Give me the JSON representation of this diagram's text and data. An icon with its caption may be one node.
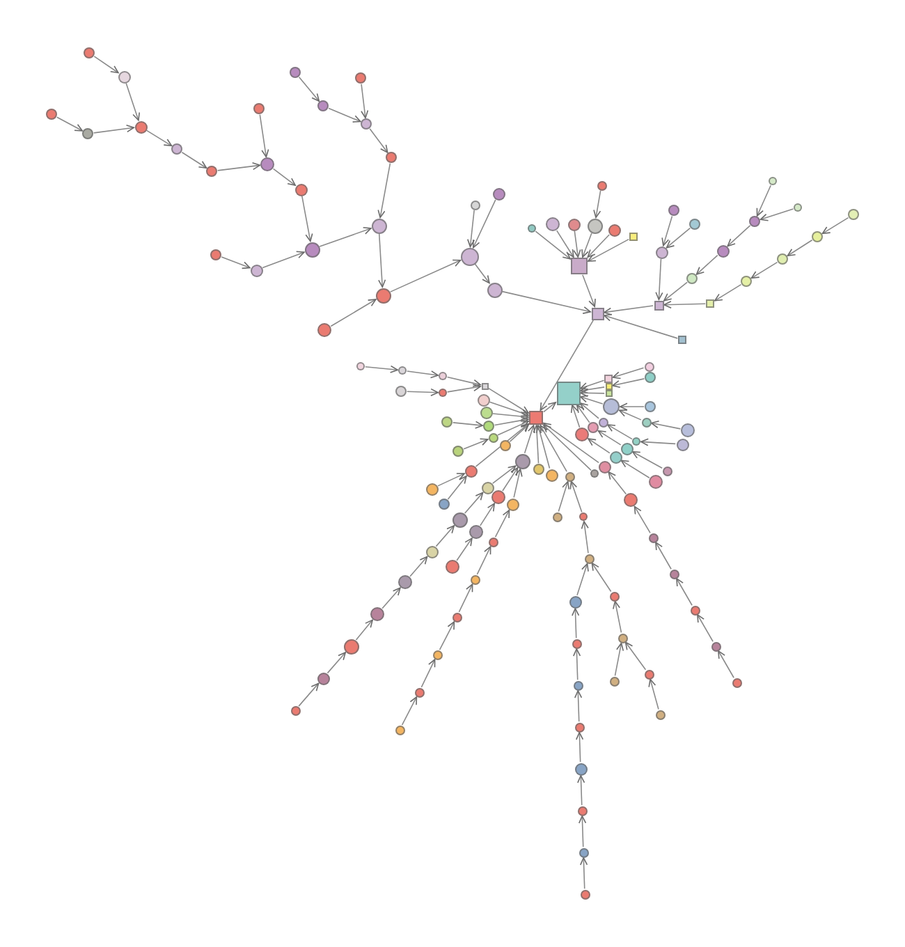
{
  "diagram": {
    "nodes": [
      {
        "text": [],
        "shape": "circle"
      },
      {
        "text": [],
        "shape": "circle"
      },
      {
        "text": [],
        "shape": "circle"
      },
      {
        "text": [],
        "shape": "circle"
      },
      {
        "text": [],
        "shape": "circle"
      },
      {
        "text": [],
        "shape": "circle"
      },
      {
        "text": [],
        "shape": "circle"
      },
      {
        "text": [],
        "shape": "circle"
      },
      {
        "text": [],
        "shape": "circle"
      },
      {
        "text": [],
        "shape": "circle"
      },
      {
        "text": [],
        "shape": "circle"
      },
      {
        "text": [],
        "shape": "circle"
      },
      {
        "text": [],
        "shape": "circle"
      },
      {
        "text": [],
        "shape": "circle"
      },
      {
        "text": [],
        "shape": "circle"
      },
      {
        "text": [],
        "shape": "circle"
      },
      {
        "text": [],
        "shape": "circle"
      },
      {
        "text": [],
        "shape": "circle"
      },
      {
        "text": [],
        "shape": "circle"
      },
      {
        "text": [],
        "shape": "circle"
      },
      {
        "text": [],
        "shape": "circle"
      },
      {
        "text": [],
        "shape": "circle"
      },
      {
        "text": [],
        "shape": "circle"
      },
      {
        "text": [],
        "shape": "circle"
      },
      {
        "text": [],
        "shape": "circle"
      },
      {
        "text": [],
        "shape": "box"
      },
      {
        "text": [],
        "shape": "box"
      },
      {
        "text": [],
        "shape": "circle"
      },
      {
        "text": [],
        "shape": "circle"
      },
      {
        "text": [],
        "shape": "circle"
      },
      {
        "text": [],
        "shape": "circle"
      },
      {
        "text": [],
        "shape": "circle"
      },
      {
        "text": [],
        "shape": "box"
      },
      {
        "text": [],
        "shape": "circle"
      },
      {
        "text": [],
        "shape": "circle"
      },
      {
        "text": [],
        "shape": "circle"
      },
      {
        "text": [],
        "shape": "circle"
      },
      {
        "text": [],
        "shape": "box"
      },
      {
        "text": [],
        "shape": "circle"
      },
      {
        "text": [],
        "shape": "circle"
      },
      {
        "text": [],
        "shape": "circle"
      },
      {
        "text": [],
        "shape": "circle"
      },
      {
        "text": [],
        "shape": "circle"
      },
      {
        "text": [],
        "shape": "circle"
      },
      {
        "text": [],
        "shape": "circle"
      },
      {
        "text": [],
        "shape": "circle"
      },
      {
        "text": [],
        "shape": "circle"
      },
      {
        "text": [],
        "shape": "box"
      },
      {
        "text": [],
        "shape": "box"
      },
      {
        "text": [],
        "shape": "box"
      },
      {
        "text": [],
        "shape": "box"
      },
      {
        "text": [],
        "shape": "circle"
      },
      {
        "text": [],
        "shape": "circle"
      },
      {
        "text": [],
        "shape": "circle"
      },
      {
        "text": [],
        "shape": "box"
      },
      {
        "text": [],
        "shape": "circle"
      },
      {
        "text": [],
        "shape": "circle"
      },
      {
        "text": [],
        "shape": "circle"
      },
      {
        "text": [],
        "shape": "circle"
      },
      {
        "text": [],
        "shape": "circle"
      },
      {
        "text": [],
        "shape": "circle"
      },
      {
        "text": [],
        "shape": "circle"
      },
      {
        "text": [],
        "shape": "circle"
      },
      {
        "text": [],
        "shape": "circle"
      },
      {
        "text": [],
        "shape": "circle"
      },
      {
        "text": [],
        "shape": "circle"
      },
      {
        "text": [],
        "shape": "circle"
      },
      {
        "text": [],
        "shape": "circle"
      },
      {
        "text": [],
        "shape": "circle"
      },
      {
        "text": [],
        "shape": "circle"
      },
      {
        "text": [],
        "shape": "circle"
      },
      {
        "text": [],
        "shape": "circle"
      },
      {
        "text": [],
        "shape": "circle"
      },
      {
        "text": [],
        "shape": "circle"
      },
      {
        "text": [],
        "shape": "circle"
      },
      {
        "text": [],
        "shape": "circle"
      },
      {
        "text": [],
        "shape": "circle"
      },
      {
        "text": [],
        "shape": "circle"
      },
      {
        "text": [],
        "shape": "circle"
      },
      {
        "text": [],
        "shape": "circle"
      },
      {
        "text": [],
        "shape": "circle"
      },
      {
        "text": [],
        "shape": "circle"
      },
      {
        "text": [],
        "shape": "circle"
      },
      {
        "text": [],
        "shape": "circle"
      },
      {
        "text": [],
        "shape": "circle"
      },
      {
        "text": [],
        "shape": "circle"
      },
      {
        "text": [],
        "shape": "circle"
      },
      {
        "text": [],
        "shape": "circle"
      },
      {
        "text": [],
        "shape": "circle"
      },
      {
        "text": [],
        "shape": "circle"
      },
      {
        "text": [],
        "shape": "circle"
      },
      {
        "text": [],
        "shape": "circle"
      },
      {
        "text": [],
        "shape": "circle"
      },
      {
        "text": [],
        "shape": "circle"
      },
      {
        "text": [],
        "shape": "circle"
      },
      {
        "text": [],
        "shape": "circle"
      },
      {
        "text": [],
        "shape": "circle"
      },
      {
        "text": [],
        "shape": "circle"
      },
      {
        "text": [],
        "shape": "circle"
      },
      {
        "text": [],
        "shape": "circle"
      },
      {
        "text": [],
        "shape": "circle"
      },
      {
        "text": [],
        "shape": "circle"
      },
      {
        "text": [],
        "shape": "circle"
      },
      {
        "text": [],
        "shape": "circle"
      },
      {
        "text": [],
        "shape": "circle"
      },
      {
        "text": [],
        "shape": "circle"
      },
      {
        "text": [],
        "shape": "circle"
      },
      {
        "text": [],
        "shape": "circle"
      },
      {
        "text": [],
        "shape": "circle"
      },
      {
        "text": [],
        "shape": "circle"
      },
      {
        "text": [],
        "shape": "circle"
      },
      {
        "text": [],
        "shape": "circle"
      },
      {
        "text": [],
        "shape": "circle"
      },
      {
        "text": [],
        "shape": "box"
      },
      {
        "text": [],
        "shape": "box"
      },
      {
        "text": [],
        "shape": "box"
      },
      {
        "text": [],
        "shape": "circle"
      },
      {
        "text": [],
        "shape": "circle"
      },
      {
        "text": [],
        "shape": "circle"
      },
      {
        "text": [],
        "shape": "circle"
      },
      {
        "text": [],
        "shape": "circle"
      },
      {
        "text": [],
        "shape": "circle"
      },
      {
        "text": [],
        "shape": "circle"
      },
      {
        "text": [],
        "shape": "circle"
      },
      {
        "text": [],
        "shape": "circle"
      },
      {
        "text": [],
        "shape": "circle"
      },
      {
        "text": [],
        "shape": "circle"
      },
      {
        "text": [],
        "shape": "circle"
      },
      {
        "text": [],
        "shape": "circle"
      },
      {
        "text": [],
        "shape": "circle"
      },
      {
        "text": [],
        "shape": "circle"
      }
    ],
    "edges": [
      {
        "from": 0,
        "to": 1,
        "arrow": "to"
      },
      {
        "from": 1,
        "to": 2,
        "arrow": "to"
      },
      {
        "from": 3,
        "to": 4,
        "arrow": "to"
      },
      {
        "from": 4,
        "to": 2,
        "arrow": "to"
      },
      {
        "from": 2,
        "to": 5,
        "arrow": "to"
      },
      {
        "from": 5,
        "to": 6,
        "arrow": "to"
      },
      {
        "from": 6,
        "to": 7,
        "arrow": "to"
      },
      {
        "from": 8,
        "to": 7,
        "arrow": "to"
      },
      {
        "from": 7,
        "to": 9,
        "arrow": "to"
      },
      {
        "from": 9,
        "to": 10,
        "arrow": "to"
      },
      {
        "from": 11,
        "to": 12,
        "arrow": "to"
      },
      {
        "from": 12,
        "to": 10,
        "arrow": "to"
      },
      {
        "from": 10,
        "to": 13,
        "arrow": "to"
      },
      {
        "from": 14,
        "to": 15,
        "arrow": "to"
      },
      {
        "from": 15,
        "to": 16,
        "arrow": "to"
      },
      {
        "from": 17,
        "to": 16,
        "arrow": "to"
      },
      {
        "from": 16,
        "to": 18,
        "arrow": "to"
      },
      {
        "from": 18,
        "to": 13,
        "arrow": "to"
      },
      {
        "from": 13,
        "to": 19,
        "arrow": "to"
      },
      {
        "from": 20,
        "to": 19,
        "arrow": "to"
      },
      {
        "from": 19,
        "to": 21,
        "arrow": "to"
      },
      {
        "from": 22,
        "to": 21,
        "arrow": "to"
      },
      {
        "from": 23,
        "to": 21,
        "arrow": "to"
      },
      {
        "from": 21,
        "to": 24,
        "arrow": "to"
      },
      {
        "from": 24,
        "to": 25,
        "arrow": "to"
      },
      {
        "from": 33,
        "to": 30,
        "arrow": "to"
      },
      {
        "from": 27,
        "to": 26,
        "arrow": "to"
      },
      {
        "from": 28,
        "to": 26,
        "arrow": "to"
      },
      {
        "from": 29,
        "to": 26,
        "arrow": "to"
      },
      {
        "from": 30,
        "to": 26,
        "arrow": "to"
      },
      {
        "from": 31,
        "to": 26,
        "arrow": "to"
      },
      {
        "from": 32,
        "to": 26,
        "arrow": "to"
      },
      {
        "from": 26,
        "to": 25,
        "arrow": "to"
      },
      {
        "from": 34,
        "to": 36,
        "arrow": "to"
      },
      {
        "from": 35,
        "to": 36,
        "arrow": "to"
      },
      {
        "from": 36,
        "to": 37,
        "arrow": "to"
      },
      {
        "from": 38,
        "to": 39,
        "arrow": "to"
      },
      {
        "from": 40,
        "to": 39,
        "arrow": "to"
      },
      {
        "from": 39,
        "to": 41,
        "arrow": "to"
      },
      {
        "from": 41,
        "to": 42,
        "arrow": "to"
      },
      {
        "from": 42,
        "to": 37,
        "arrow": "to"
      },
      {
        "from": 43,
        "to": 44,
        "arrow": "to"
      },
      {
        "from": 44,
        "to": 45,
        "arrow": "to"
      },
      {
        "from": 45,
        "to": 46,
        "arrow": "to"
      },
      {
        "from": 46,
        "to": 47,
        "arrow": "to"
      },
      {
        "from": 47,
        "to": 37,
        "arrow": "to"
      },
      {
        "from": 37,
        "to": 25,
        "arrow": "to"
      },
      {
        "from": 48,
        "to": 25,
        "arrow": "to"
      },
      {
        "from": 25,
        "to": 49,
        "arrow": "to"
      },
      {
        "from": 51,
        "to": 52,
        "arrow": "to"
      },
      {
        "from": 52,
        "to": 53,
        "arrow": "to"
      },
      {
        "from": 53,
        "to": 54,
        "arrow": "to"
      },
      {
        "from": 54,
        "to": 49,
        "arrow": "to"
      },
      {
        "from": 55,
        "to": 56,
        "arrow": "to"
      },
      {
        "from": 56,
        "to": 54,
        "arrow": "to"
      },
      {
        "from": 57,
        "to": 49,
        "arrow": "to"
      },
      {
        "from": 58,
        "to": 49,
        "arrow": "to"
      },
      {
        "from": 59,
        "to": 49,
        "arrow": "to"
      },
      {
        "from": 60,
        "to": 49,
        "arrow": "to"
      },
      {
        "from": 61,
        "to": 59,
        "arrow": "to"
      },
      {
        "from": 62,
        "to": 60,
        "arrow": "to"
      },
      {
        "from": 63,
        "to": 49,
        "arrow": "to"
      },
      {
        "from": 64,
        "to": 49,
        "arrow": "to"
      },
      {
        "from": 49,
        "to": 50,
        "arrow": "to"
      },
      {
        "from": 65,
        "to": 49,
        "arrow": "to"
      },
      {
        "from": 66,
        "to": 65,
        "arrow": "to"
      },
      {
        "from": 68,
        "to": 65,
        "arrow": "to"
      },
      {
        "from": 67,
        "to": 64,
        "arrow": "to"
      },
      {
        "from": 69,
        "to": 64,
        "arrow": "to"
      },
      {
        "from": 70,
        "to": 64,
        "arrow": "to"
      },
      {
        "from": 71,
        "to": 67,
        "arrow": "to"
      },
      {
        "from": 72,
        "to": 69,
        "arrow": "to"
      },
      {
        "from": 73,
        "to": 70,
        "arrow": "to"
      },
      {
        "from": 74,
        "to": 71,
        "arrow": "to"
      },
      {
        "from": 75,
        "to": 72,
        "arrow": "to"
      },
      {
        "from": 76,
        "to": 73,
        "arrow": "to"
      },
      {
        "from": 77,
        "to": 74,
        "arrow": "to"
      },
      {
        "from": 78,
        "to": 77,
        "arrow": "to"
      },
      {
        "from": 79,
        "to": 78,
        "arrow": "to"
      },
      {
        "from": 80,
        "to": 79,
        "arrow": "to"
      },
      {
        "from": 81,
        "to": 80,
        "arrow": "to"
      },
      {
        "from": 82,
        "to": 76,
        "arrow": "to"
      },
      {
        "from": 83,
        "to": 82,
        "arrow": "to"
      },
      {
        "from": 84,
        "to": 83,
        "arrow": "to"
      },
      {
        "from": 85,
        "to": 84,
        "arrow": "to"
      },
      {
        "from": 86,
        "to": 49,
        "arrow": "to"
      },
      {
        "from": 87,
        "to": 49,
        "arrow": "to"
      },
      {
        "from": 88,
        "to": 49,
        "arrow": "to"
      },
      {
        "from": 89,
        "to": 88,
        "arrow": "to"
      },
      {
        "from": 90,
        "to": 88,
        "arrow": "to"
      },
      {
        "from": 91,
        "to": 90,
        "arrow": "to"
      },
      {
        "from": 92,
        "to": 91,
        "arrow": "to"
      },
      {
        "from": 93,
        "to": 91,
        "arrow": "to"
      },
      {
        "from": 94,
        "to": 92,
        "arrow": "to"
      },
      {
        "from": 95,
        "to": 94,
        "arrow": "to"
      },
      {
        "from": 96,
        "to": 95,
        "arrow": "to"
      },
      {
        "from": 97,
        "to": 96,
        "arrow": "to"
      },
      {
        "from": 98,
        "to": 97,
        "arrow": "to"
      },
      {
        "from": 99,
        "to": 98,
        "arrow": "to"
      },
      {
        "from": 100,
        "to": 99,
        "arrow": "to"
      },
      {
        "from": 101,
        "to": 93,
        "arrow": "to"
      },
      {
        "from": 102,
        "to": 101,
        "arrow": "to"
      },
      {
        "from": 103,
        "to": 101,
        "arrow": "to"
      },
      {
        "from": 104,
        "to": 103,
        "arrow": "to"
      },
      {
        "from": 105,
        "to": 127,
        "arrow": "to"
      },
      {
        "from": 106,
        "to": 105,
        "arrow": "to"
      },
      {
        "from": 107,
        "to": 106,
        "arrow": "to"
      },
      {
        "from": 108,
        "to": 107,
        "arrow": "to"
      },
      {
        "from": 109,
        "to": 108,
        "arrow": "to"
      },
      {
        "from": 110,
        "to": 109,
        "arrow": "to"
      },
      {
        "from": 111,
        "to": 113,
        "arrow": "to"
      },
      {
        "from": 112,
        "to": 114,
        "arrow": "to"
      },
      {
        "from": 113,
        "to": 50,
        "arrow": "to"
      },
      {
        "from": 114,
        "to": 50,
        "arrow": "to"
      },
      {
        "from": 115,
        "to": 50,
        "arrow": "to"
      },
      {
        "from": 116,
        "to": 50,
        "arrow": "to"
      },
      {
        "from": 117,
        "to": 116,
        "arrow": "to"
      },
      {
        "from": 118,
        "to": 50,
        "arrow": "to"
      },
      {
        "from": 119,
        "to": 50,
        "arrow": "to"
      },
      {
        "from": 120,
        "to": 50,
        "arrow": "to"
      },
      {
        "from": 122,
        "to": 121,
        "arrow": "to"
      },
      {
        "from": 121,
        "to": 116,
        "arrow": "to"
      },
      {
        "from": 123,
        "to": 124,
        "arrow": "to"
      },
      {
        "from": 124,
        "to": 118,
        "arrow": "to"
      },
      {
        "from": 129,
        "to": 125,
        "arrow": "to"
      },
      {
        "from": 125,
        "to": 119,
        "arrow": "to"
      },
      {
        "from": 130,
        "to": 126,
        "arrow": "to"
      },
      {
        "from": 126,
        "to": 120,
        "arrow": "to"
      },
      {
        "from": 127,
        "to": 49,
        "arrow": "to"
      },
      {
        "from": 128,
        "to": 49,
        "arrow": "to"
      }
    ]
  }
}
